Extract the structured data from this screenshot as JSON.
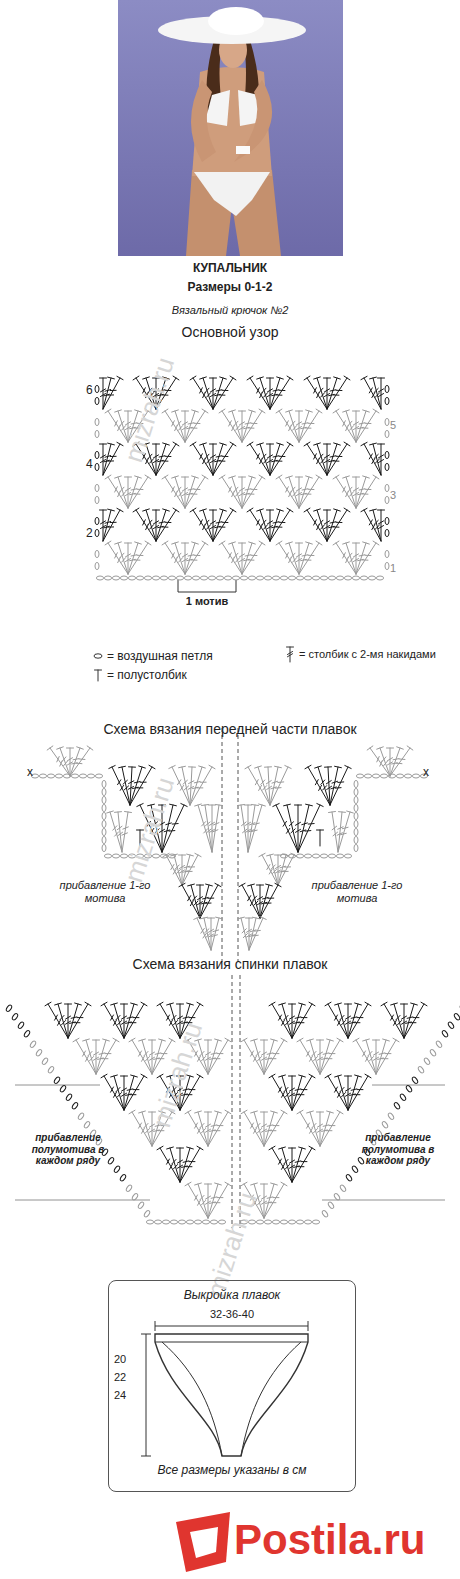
{
  "diagram": {
    "title": "КУПАЛЬНИК",
    "nodes": [
      {
        "text": [
          "Выкройка плавок",
          "32-36-40",
          "20",
          "22",
          "24",
          "Все размеры указаны в см"
        ]
      }
    ],
    "labels": [
      "Размеры 0-1-2",
      "Вязальный крючок №2",
      "Основной узор",
      "mizrah.ru",
      "6",
      "5",
      "4",
      "3",
      "2",
      "1",
      "1 мотив",
      "Схема вязания передней части плавок",
      "mizrah.ru",
      "x",
      "x",
      "прибавление 1-го мотива",
      "прибавление 1-го мотива",
      "Схема вязания спинки плавок",
      "mizrah.ru",
      "прибавление полумотива в каждом ряду",
      "прибавление полумотива в каждом ряду",
      "mizrah.ru",
      "Postila.ru"
    ],
    "legend": [
      {
        "text": "= воздушная петля"
      },
      {
        "text": "= полустолбик"
      },
      {
        "text": "= столбик с 2-мя накидами"
      }
    ]
  }
}
